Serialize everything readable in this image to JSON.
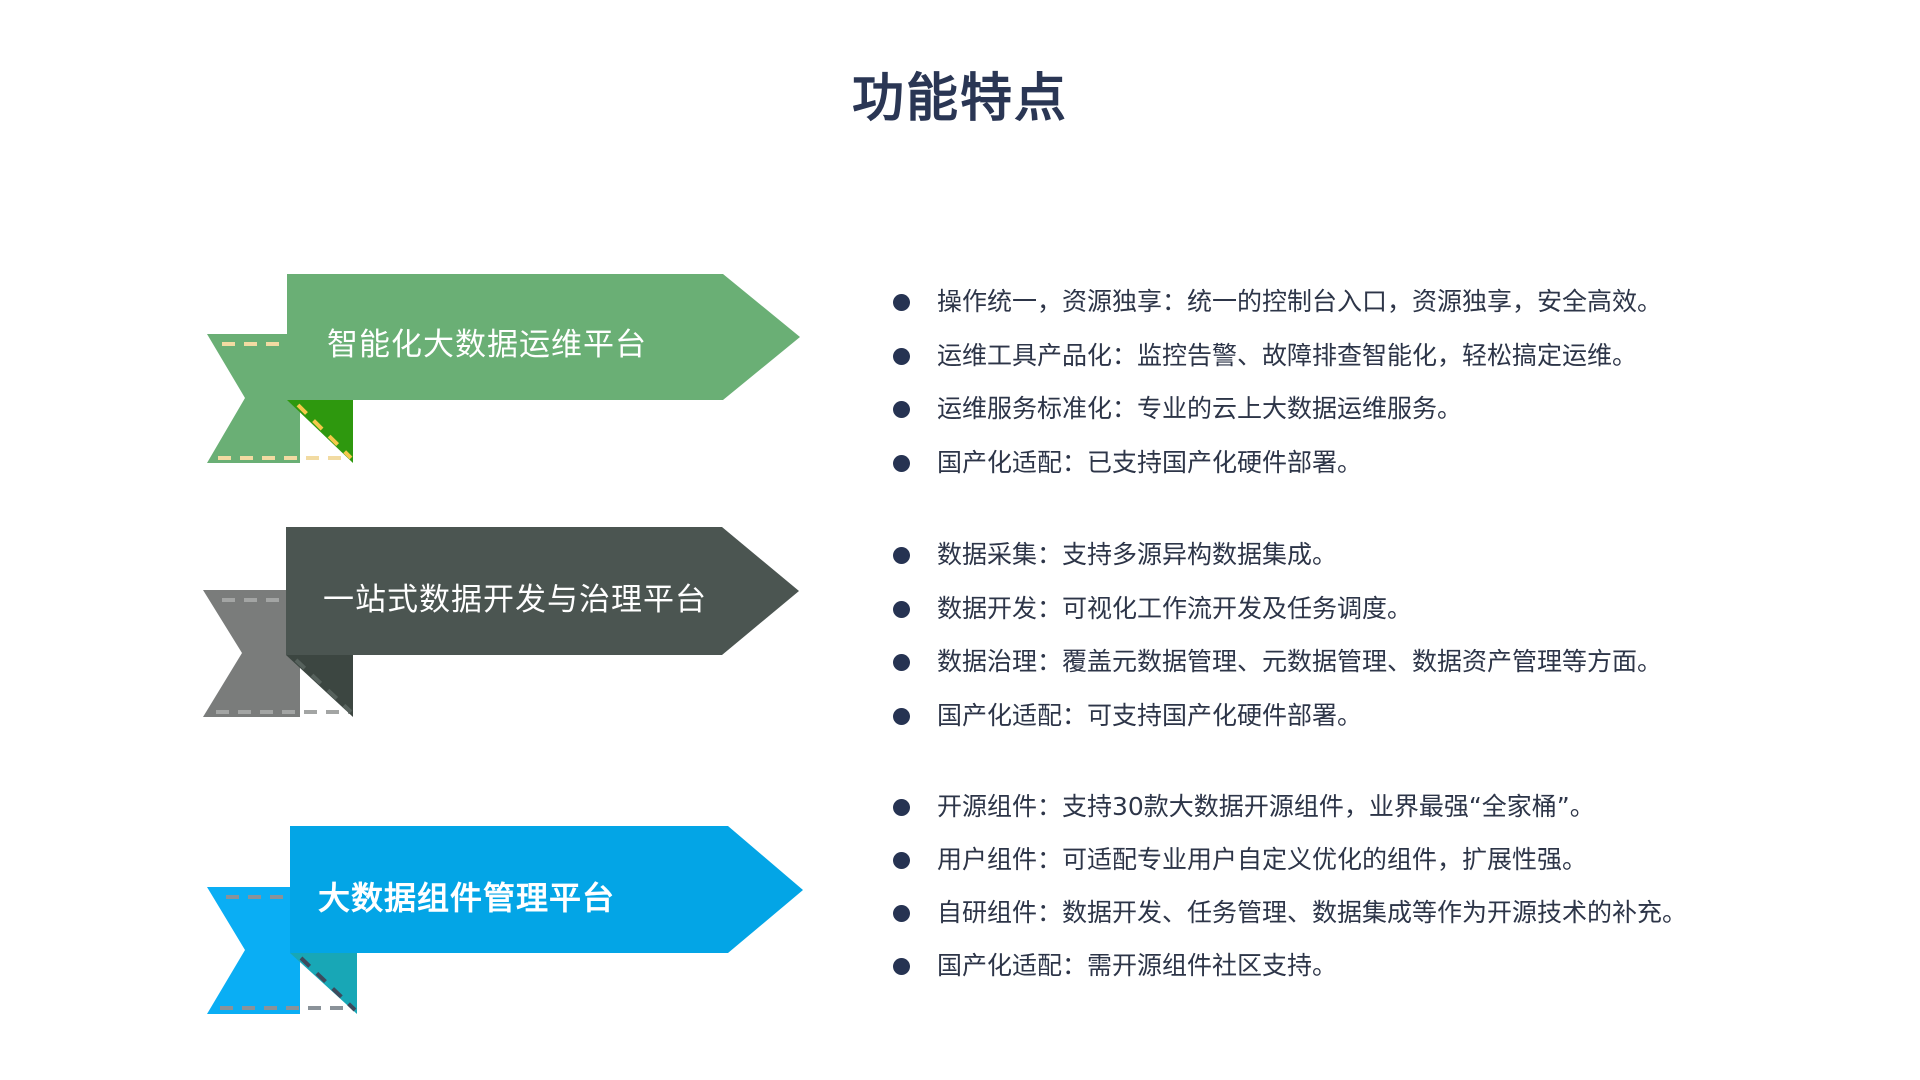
{
  "title": "功能特点",
  "colors": {
    "title": "#2a3654",
    "text": "#2d3548",
    "bullet": "#263352",
    "green_main": "#6aaf75",
    "green_fold": "#2e980e",
    "green_stitch": "#f2dba2",
    "gray_main": "#4b5551",
    "gray_tail": "#7a7c7b",
    "gray_fold": "#3c4641",
    "blue_main": "#03a5e6",
    "blue_tail": "#0aaef4",
    "blue_fold": "#18a7b6"
  },
  "sections": [
    {
      "label": "智能化大数据运维平台",
      "items": [
        "操作统一，资源独享：统一的控制台入口，资源独享，安全高效。",
        "运维工具产品化：监控告警、故障排查智能化，轻松搞定运维。",
        "运维服务标准化：专业的云上大数据运维服务。",
        "国产化适配：已支持国产化硬件部署。"
      ]
    },
    {
      "label": "一站式数据开发与治理平台",
      "items": [
        "数据采集：支持多源异构数据集成。",
        "数据开发：可视化工作流开发及任务调度。",
        "数据治理：覆盖元数据管理、元数据管理、数据资产管理等方面。",
        "国产化适配：可支持国产化硬件部署。"
      ]
    },
    {
      "label": "大数据组件管理平台",
      "items": [
        "开源组件：支持30款大数据开源组件，业界最强“全家桶”。",
        "用户组件：可适配专业用户自定义优化的组件，扩展性强。",
        "自研组件：数据开发、任务管理、数据集成等作为开源技术的补充。",
        "国产化适配：需开源组件社区支持。"
      ]
    }
  ]
}
